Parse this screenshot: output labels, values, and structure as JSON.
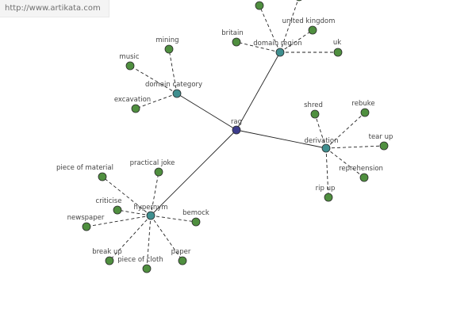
{
  "watermark": "http://www.artikata.com",
  "colors": {
    "root_fill": "#3c3c8c",
    "hub_fill": "#3f8f8f",
    "leaf_fill": "#4f8f3f",
    "node_stroke": "#2a2a2a",
    "edge": "#222222",
    "label": "#444444"
  },
  "graph": {
    "root": {
      "id": "rag",
      "label": "rag"
    },
    "hubs": [
      {
        "id": "domain-category",
        "label": "domain category",
        "leaves": [
          {
            "id": "mining",
            "label": "mining"
          },
          {
            "id": "music",
            "label": "music"
          },
          {
            "id": "excavation",
            "label": "excavation"
          }
        ]
      },
      {
        "id": "domain-region",
        "label": "domain region",
        "leaves": [
          {
            "id": "top-offscreen-1",
            "label": ""
          },
          {
            "id": "top-offscreen-2",
            "label": ""
          },
          {
            "id": "united-kingdom",
            "label": "united kingdom"
          },
          {
            "id": "britain",
            "label": "britain"
          },
          {
            "id": "uk",
            "label": "uk"
          }
        ]
      },
      {
        "id": "derivation",
        "label": "derivation",
        "leaves": [
          {
            "id": "shred",
            "label": "shred"
          },
          {
            "id": "rebuke",
            "label": "rebuke"
          },
          {
            "id": "tear-up",
            "label": "tear up"
          },
          {
            "id": "reprehension",
            "label": "reprehension"
          },
          {
            "id": "rip-up",
            "label": "rip up"
          }
        ]
      },
      {
        "id": "hypernym",
        "label": "hypernym",
        "leaves": [
          {
            "id": "piece-of-material",
            "label": "piece of material"
          },
          {
            "id": "practical-joke",
            "label": "practical joke"
          },
          {
            "id": "criticise",
            "label": "criticise"
          },
          {
            "id": "newspaper",
            "label": "newspaper"
          },
          {
            "id": "bemock",
            "label": "bemock"
          },
          {
            "id": "break-up",
            "label": "break up"
          },
          {
            "id": "piece-of-cloth",
            "label": "piece of cloth"
          },
          {
            "id": "paper",
            "label": "paper"
          }
        ]
      }
    ]
  }
}
